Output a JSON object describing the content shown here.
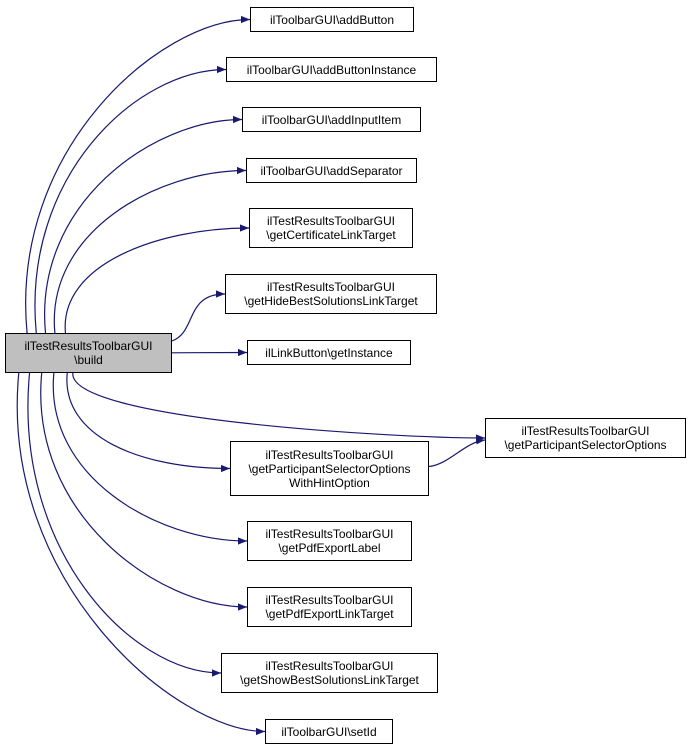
{
  "colors": {
    "edge": "#191970",
    "root_fill": "#bfbfbf",
    "node_fill": "#ffffff",
    "border": "#000000"
  },
  "root": {
    "id": "root",
    "lines": [
      "ilTestResultsToolbarGUI",
      "\\build"
    ]
  },
  "nodes": [
    {
      "id": "n1",
      "lines": [
        "ilToolbarGUI\\addButton"
      ]
    },
    {
      "id": "n2",
      "lines": [
        "ilToolbarGUI\\addButtonInstance"
      ]
    },
    {
      "id": "n3",
      "lines": [
        "ilToolbarGUI\\addInputItem"
      ]
    },
    {
      "id": "n4",
      "lines": [
        "ilToolbarGUI\\addSeparator"
      ]
    },
    {
      "id": "n5",
      "lines": [
        "ilTestResultsToolbarGUI",
        "\\getCertificateLinkTarget"
      ]
    },
    {
      "id": "n6",
      "lines": [
        "ilTestResultsToolbarGUI",
        "\\getHideBestSolutionsLinkTarget"
      ]
    },
    {
      "id": "n7",
      "lines": [
        "ilLinkButton\\getInstance"
      ]
    },
    {
      "id": "n8",
      "lines": [
        "ilTestResultsToolbarGUI",
        "\\getParticipantSelectorOptions"
      ]
    },
    {
      "id": "n9",
      "lines": [
        "ilTestResultsToolbarGUI",
        "\\getParticipantSelectorOptions",
        "WithHintOption"
      ]
    },
    {
      "id": "n10",
      "lines": [
        "ilTestResultsToolbarGUI",
        "\\getPdfExportLabel"
      ]
    },
    {
      "id": "n11",
      "lines": [
        "ilTestResultsToolbarGUI",
        "\\getPdfExportLinkTarget"
      ]
    },
    {
      "id": "n12",
      "lines": [
        "ilTestResultsToolbarGUI",
        "\\getShowBestSolutionsLinkTarget"
      ]
    },
    {
      "id": "n13",
      "lines": [
        "ilToolbarGUI\\setId"
      ]
    }
  ],
  "edges": [
    {
      "from": "root",
      "to": "n1"
    },
    {
      "from": "root",
      "to": "n2"
    },
    {
      "from": "root",
      "to": "n3"
    },
    {
      "from": "root",
      "to": "n4"
    },
    {
      "from": "root",
      "to": "n5"
    },
    {
      "from": "root",
      "to": "n6"
    },
    {
      "from": "root",
      "to": "n7"
    },
    {
      "from": "root",
      "to": "n8"
    },
    {
      "from": "root",
      "to": "n9"
    },
    {
      "from": "root",
      "to": "n10"
    },
    {
      "from": "root",
      "to": "n11"
    },
    {
      "from": "root",
      "to": "n12"
    },
    {
      "from": "root",
      "to": "n13"
    },
    {
      "from": "n9",
      "to": "n8"
    }
  ]
}
